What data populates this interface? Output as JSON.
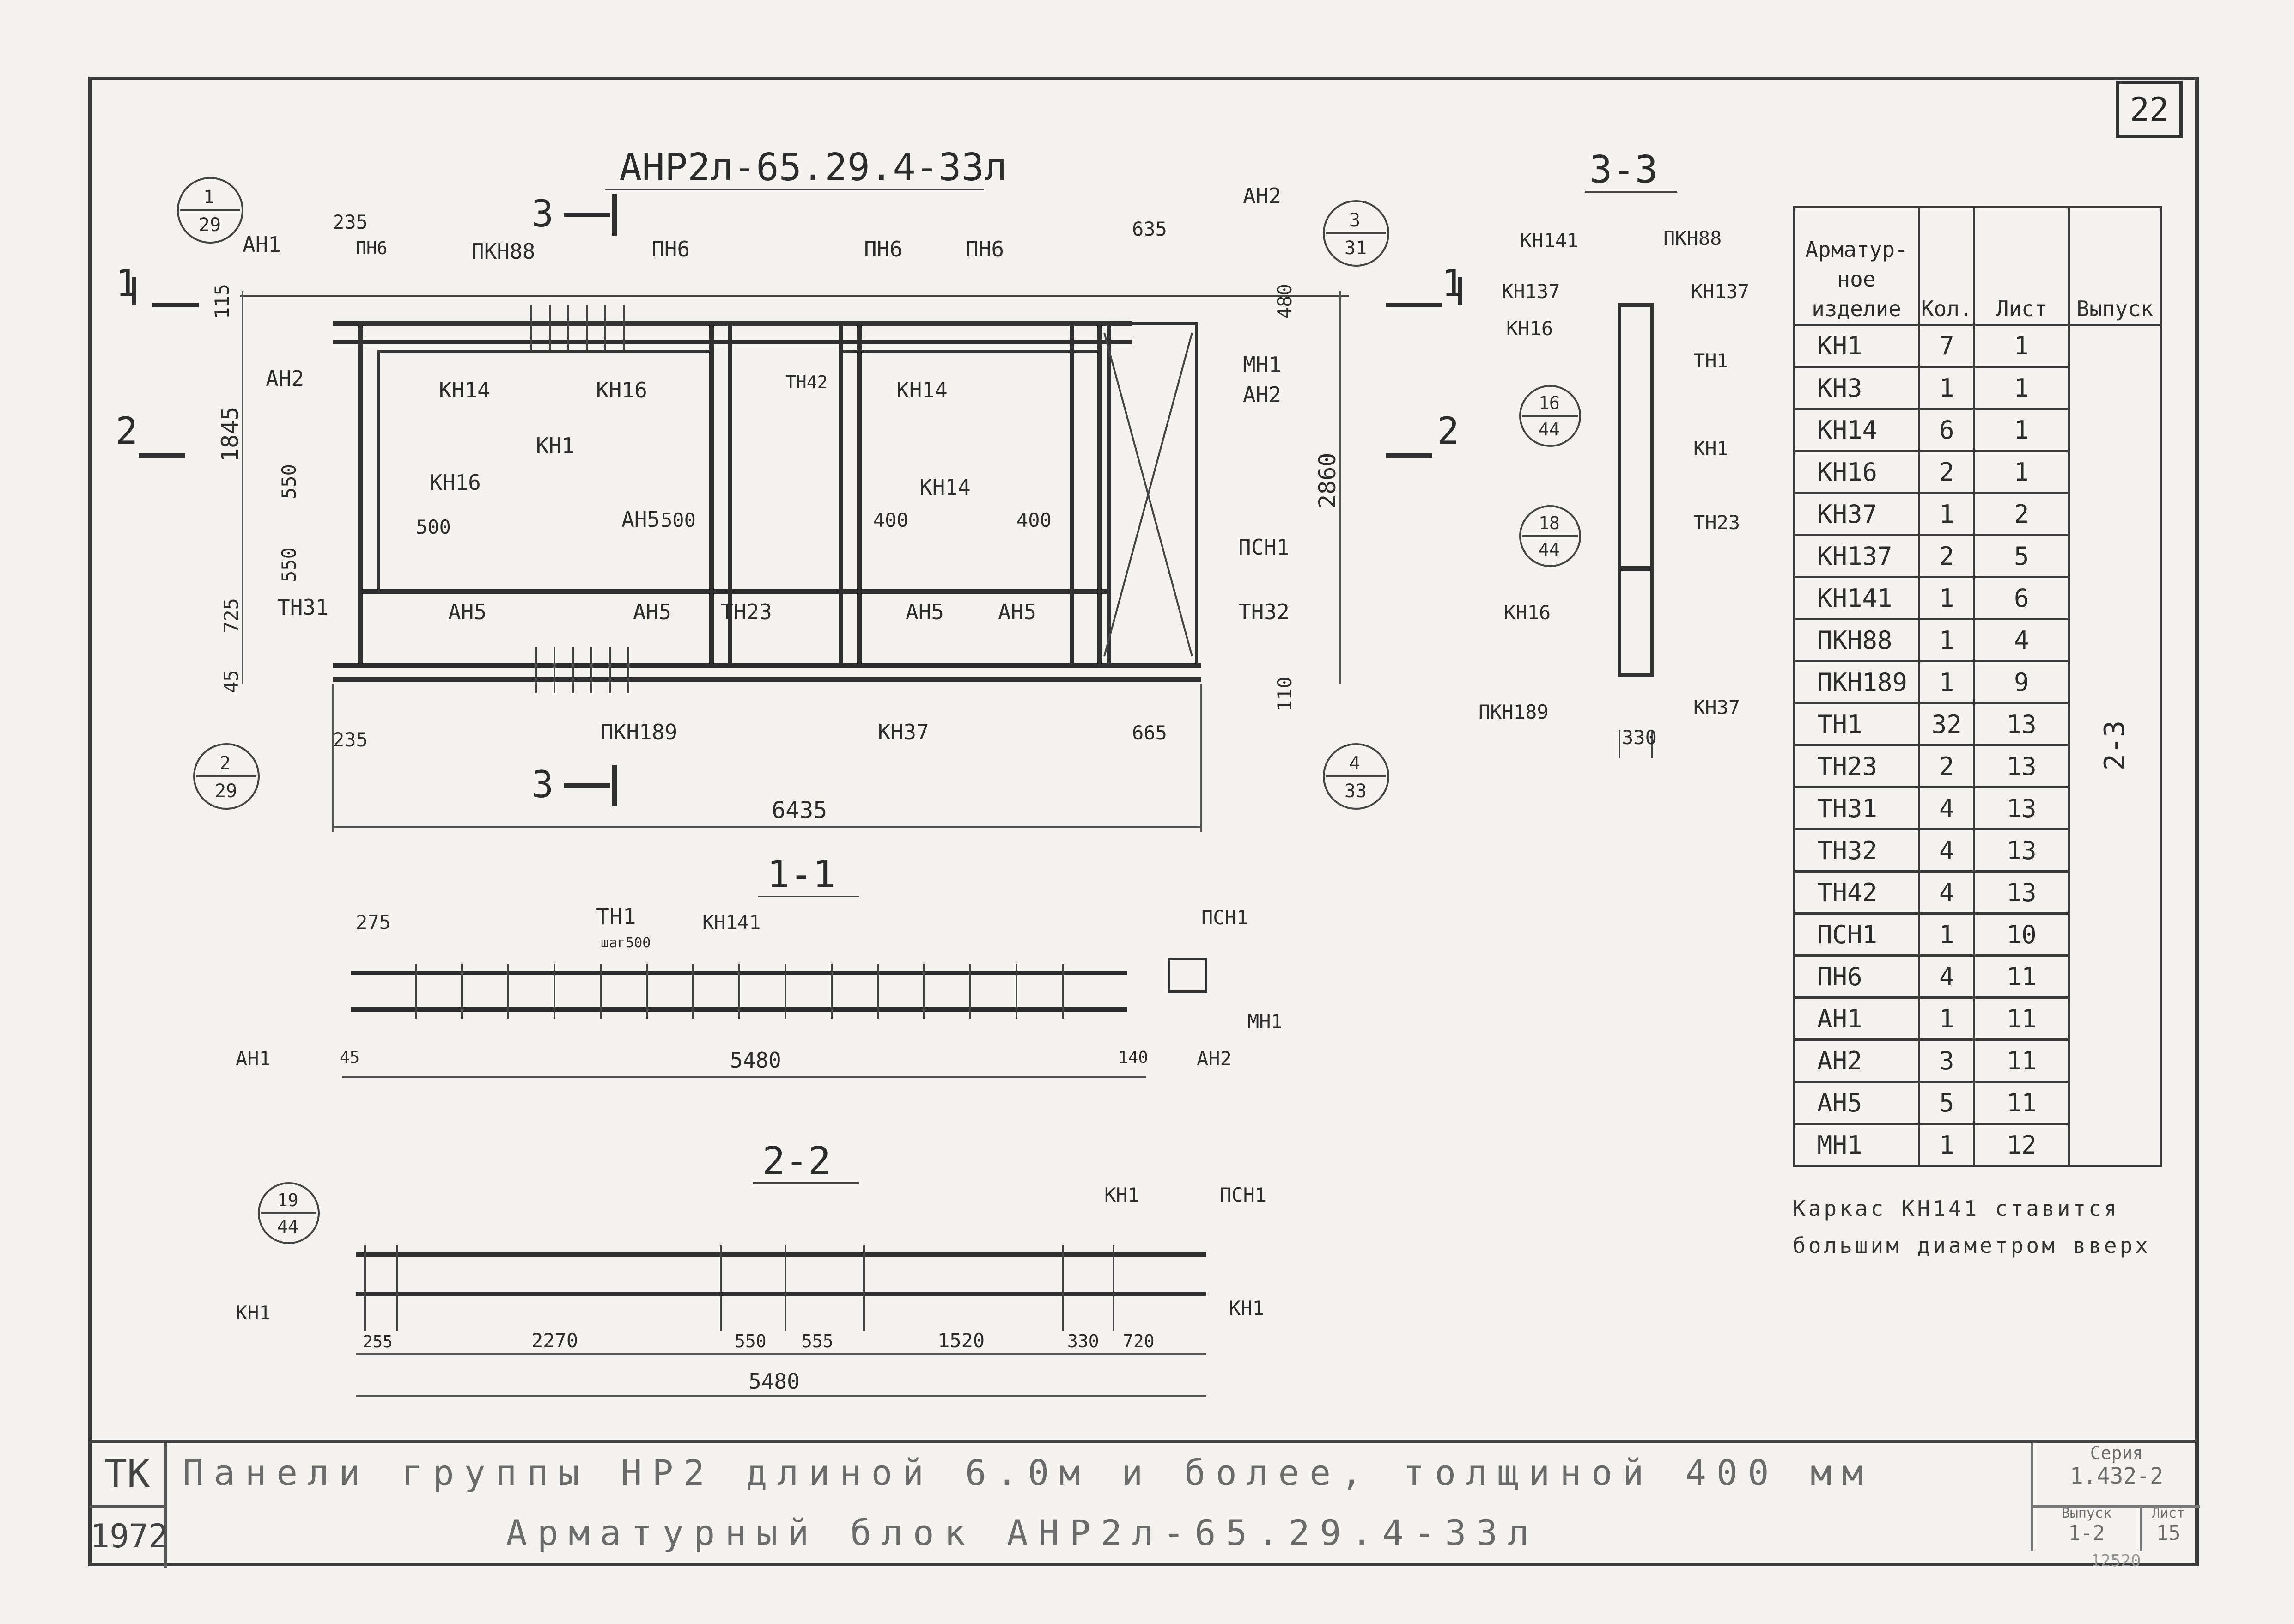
{
  "drawing": {
    "sheet_number": "22",
    "main_view_title": "АНР2л-65.29.4-33л",
    "section_3_title": "3-3",
    "section_1_title": "1-1",
    "section_2_title": "2-2",
    "cut_markers": {
      "c1": "1",
      "c2": "2",
      "c3": "3"
    },
    "main_labels": {
      "an1": "АН1",
      "pn6": "ПН6",
      "pkn88": "ПКН88",
      "pn6_b": "ПН6",
      "pn6_c": "ПН6",
      "pn6_d": "ПН6",
      "an2_top": "АН2",
      "an2_left": "АН2",
      "an2_right": "АН2",
      "mn1": "МН1",
      "kn14_a": "КН14",
      "kn16_a": "КН16",
      "tn42": "ТН42",
      "kn14_b": "КН14",
      "kn1": "КН1",
      "kn16_b": "КН16",
      "kn14_c": "КН14",
      "an5_mid": "АН5",
      "an5_a": "АН5",
      "an5_b": "АН5",
      "an5_c": "АН5",
      "an5_d": "АН5",
      "tn31": "ТН31",
      "tn23": "ТН23",
      "psn1": "ПСН1",
      "tn32": "ТН32",
      "pkn189": "ПКН189",
      "kn37": "КН37"
    },
    "main_dims": {
      "d235_top": "235",
      "d635": "635",
      "d115": "115",
      "d1845": "1845",
      "d550_a": "550",
      "d550_b": "550",
      "d725": "725",
      "d45": "45",
      "d480": "480",
      "d2860": "2860",
      "d110": "110",
      "d500_a": "500",
      "d500_b": "500",
      "d400_a": "400",
      "d400_b": "400",
      "d235_bot": "235",
      "d665": "665",
      "d6435": "6435"
    },
    "callouts": [
      {
        "top": "1",
        "bottom": "29"
      },
      {
        "top": "3",
        "bottom": "31"
      },
      {
        "top": "2",
        "bottom": "29"
      },
      {
        "top": "4",
        "bottom": "33"
      },
      {
        "top": "16",
        "bottom": "44"
      },
      {
        "top": "18",
        "bottom": "44"
      },
      {
        "top": "19",
        "bottom": "44"
      }
    ],
    "sec33_labels": {
      "kn141": "КН141",
      "pkn88": "ПКН88",
      "kn137_l": "КН137",
      "kn137_r": "КН137",
      "kn16_a": "КН16",
      "tn1": "ТН1",
      "kn1": "КН1",
      "tn23": "ТН23",
      "kn16_b": "КН16",
      "pkn189": "ПКН189",
      "kn37": "КН37",
      "d330": "330"
    },
    "sec11_labels": {
      "d275": "275",
      "tn1": "ТН1",
      "step": "шаг500",
      "kn141": "КН141",
      "psn1": "ПСН1",
      "mn1": "МН1",
      "an1": "АН1",
      "an2": "АН2",
      "d45": "45",
      "d5480": "5480",
      "d140": "140"
    },
    "sec22_labels": {
      "kn1_top": "КН1",
      "psn1": "ПСН1",
      "kn1_left": "КН1",
      "kn1_right": "КН1",
      "d255": "255",
      "d2270": "2270",
      "d550": "550",
      "d555": "555",
      "d1520": "1520",
      "d330": "330",
      "d720": "720",
      "d5480": "5480"
    }
  },
  "spec_table": {
    "headers": [
      "Арматур- ное изделие",
      "Кол.",
      "Лист",
      "Выпуск"
    ],
    "vypusk": "2-3",
    "rows": [
      [
        "КН1",
        "7",
        "1"
      ],
      [
        "КН3",
        "1",
        "1"
      ],
      [
        "КН14",
        "6",
        "1"
      ],
      [
        "КН16",
        "2",
        "1"
      ],
      [
        "КН37",
        "1",
        "2"
      ],
      [
        "КН137",
        "2",
        "5"
      ],
      [
        "КН141",
        "1",
        "6"
      ],
      [
        "ПКН88",
        "1",
        "4"
      ],
      [
        "ПКН189",
        "1",
        "9"
      ],
      [
        "ТН1",
        "32",
        "13"
      ],
      [
        "ТН23",
        "2",
        "13"
      ],
      [
        "ТН31",
        "4",
        "13"
      ],
      [
        "ТН32",
        "4",
        "13"
      ],
      [
        "ТН42",
        "4",
        "13"
      ],
      [
        "ПСН1",
        "1",
        "10"
      ],
      [
        "ПН6",
        "4",
        "11"
      ],
      [
        "АН1",
        "1",
        "11"
      ],
      [
        "АН2",
        "3",
        "11"
      ],
      [
        "АН5",
        "5",
        "11"
      ],
      [
        "МН1",
        "1",
        "12"
      ]
    ]
  },
  "note": {
    "line1": "Каркас  КН141  ставится",
    "line2": "большим  диаметром вверх"
  },
  "title_block": {
    "org": "ТК",
    "year": "1972",
    "line1": "Панели группы НР2 длиной 6.0м и более, толщиной 400 мм",
    "line2": "Арматурный блок АНР2л-65.29.4-33л",
    "series_label": "Серия",
    "series_value": "1.432-2",
    "issue_label": "Выпуск",
    "issue_value": "1-2",
    "sheet_label": "Лист",
    "sheet_value": "15",
    "stamp": "12520"
  }
}
